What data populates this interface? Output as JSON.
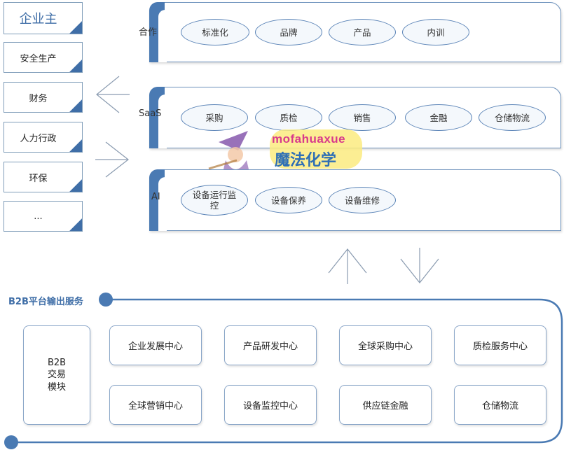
{
  "sidebar": {
    "items": [
      {
        "label": "企业主"
      },
      {
        "label": "安全生产"
      },
      {
        "label": "财务"
      },
      {
        "label": "人力行政"
      },
      {
        "label": "环保"
      },
      {
        "label": "..."
      }
    ]
  },
  "panels": {
    "cooperation": {
      "label": "合作",
      "items": [
        "标准化",
        "品牌",
        "产品",
        "内训"
      ]
    },
    "saas": {
      "label": "SaaS",
      "items": [
        "采购",
        "质检",
        "销售",
        "金融",
        "仓储物流"
      ]
    },
    "ai": {
      "label": "AI",
      "items": [
        "设备运行监控",
        "设备保养",
        "设备维修"
      ]
    }
  },
  "platform": {
    "title": "B2B平台输出服务",
    "module": "B2B 交易 模块",
    "module_lines": [
      "B2B",
      "交易",
      "模块"
    ],
    "centers": [
      "企业发展中心",
      "产品研发中心",
      "全球采购中心",
      "质检服务中心",
      "全球营销中心",
      "设备监控中心",
      "供应链金融",
      "仓储物流"
    ]
  },
  "watermark": {
    "line1": "mofahuaxue",
    "line2": "魔法化学"
  },
  "colors": {
    "accent": "#4a7ab3",
    "border": "#6f93bd",
    "pill_fill": "#f4f8fc"
  }
}
